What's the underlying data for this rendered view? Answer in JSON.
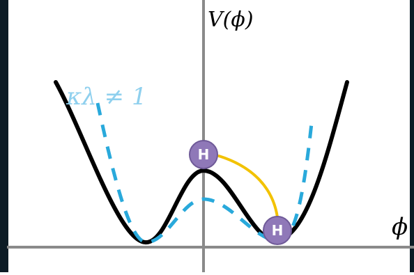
{
  "diagram": {
    "y_axis_label": "V(ϕ)",
    "x_axis_label": "ϕ",
    "dashed_curve_label": "κλ ≠ 1",
    "particle_label": "H"
  },
  "colors": {
    "background": "#ffffff",
    "frame_dark": "#0c1b25",
    "axis": "#8a8a8a",
    "solid_curve": "#000000",
    "dashed_curve": "#29a9db",
    "connector": "#f2c200",
    "particle_fill": "#8f78b8",
    "particle_text": "#ffffff",
    "dashed_label": "#8fd0ee"
  },
  "icons": {
    "particle": "higgs-particle-icon"
  }
}
